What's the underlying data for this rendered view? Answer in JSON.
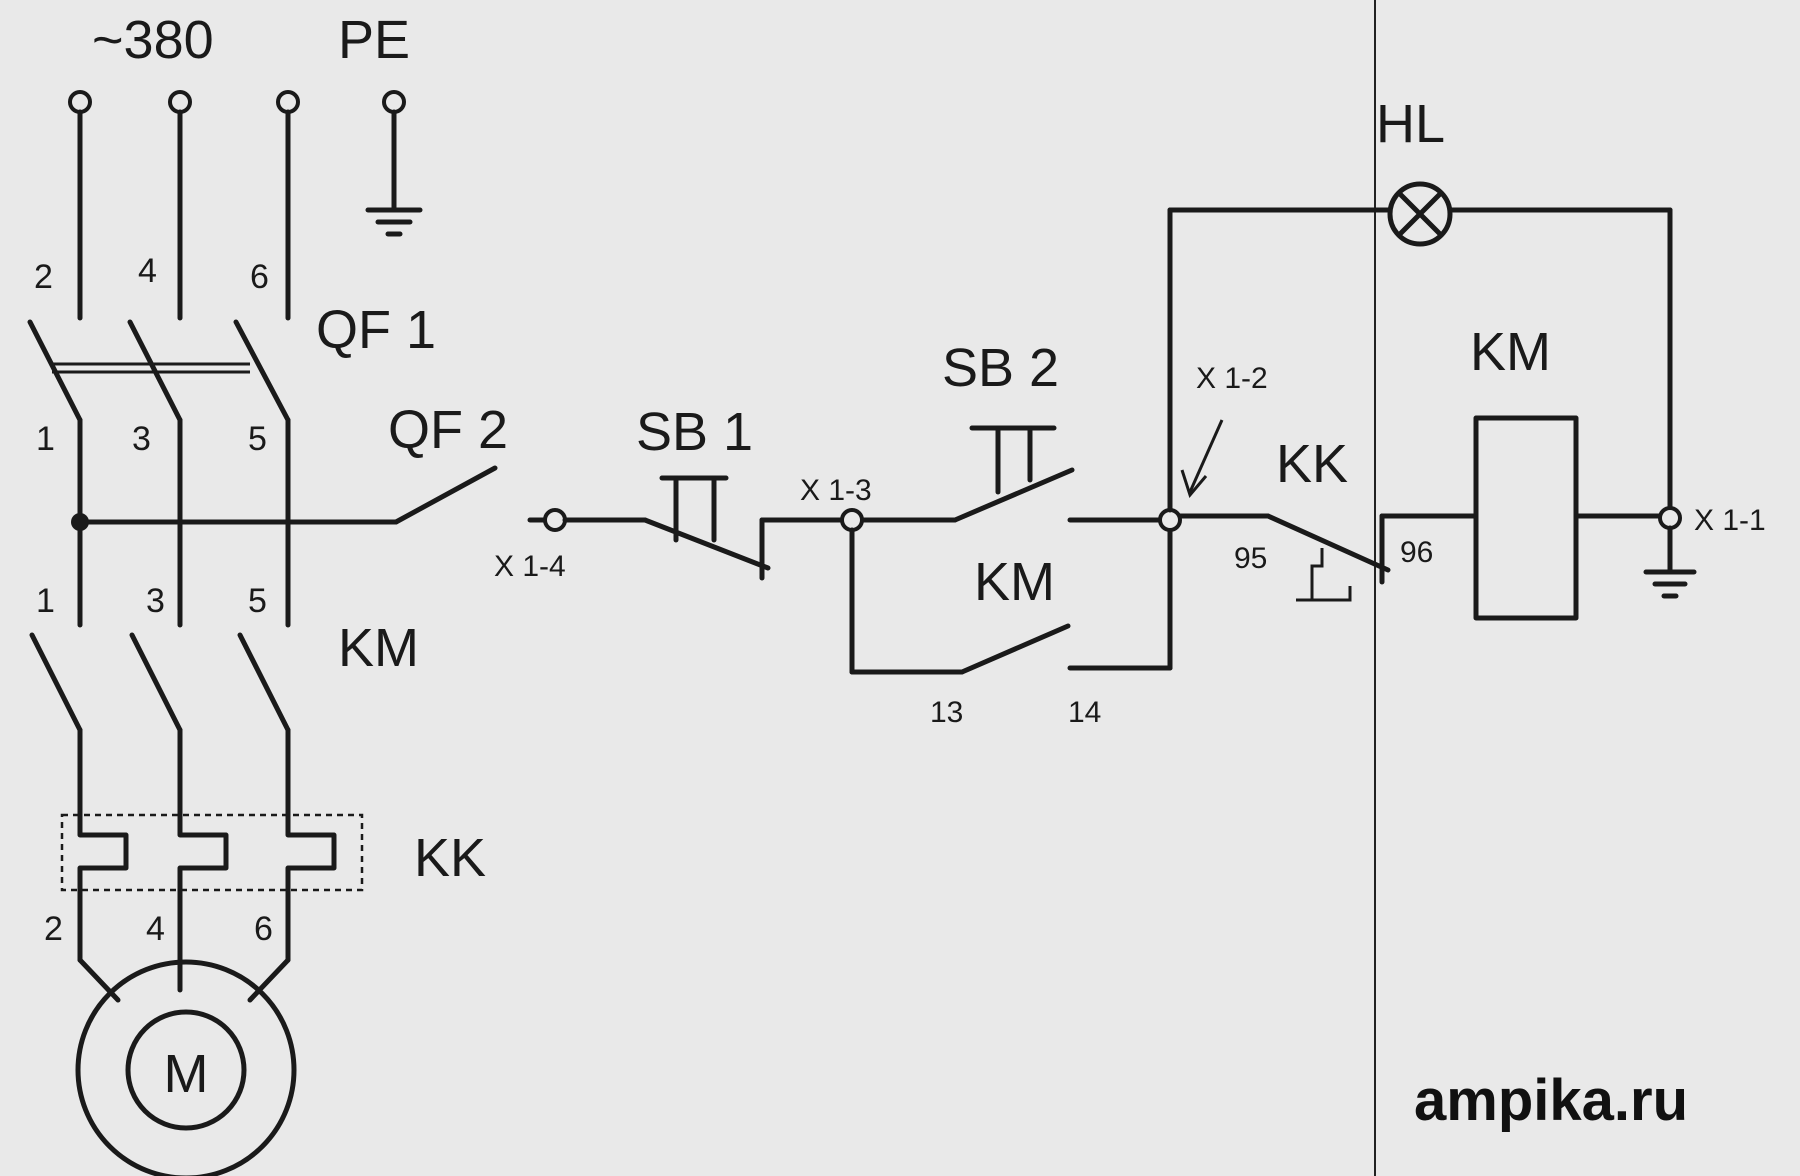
{
  "labels": {
    "supply": "~380",
    "pe": "PE",
    "qf1": "QF 1",
    "qf2": "QF 2",
    "km_power": "KM",
    "kk_power": "KK",
    "motor": "M",
    "sb1": "SB 1",
    "sb2": "SB 2",
    "km_aux": "KM",
    "km_coil": "KM",
    "kk_ctrl": "KK",
    "hl": "HL",
    "x1_1": "X 1-1",
    "x1_2": "X 1-2",
    "x1_3": "X 1-3",
    "x1_4": "X 1-4",
    "t13": "13",
    "t14": "14",
    "t95": "95",
    "t96": "96",
    "qf_top_2": "2",
    "qf_top_4": "4",
    "qf_top_6": "6",
    "qf_bot_1": "1",
    "qf_bot_3": "3",
    "qf_bot_5": "5",
    "km_top_1": "1",
    "km_top_3": "3",
    "km_top_5": "5",
    "kk_bot_2": "2",
    "kk_bot_4": "4",
    "kk_bot_6": "6"
  },
  "watermark": "ampika.ru"
}
